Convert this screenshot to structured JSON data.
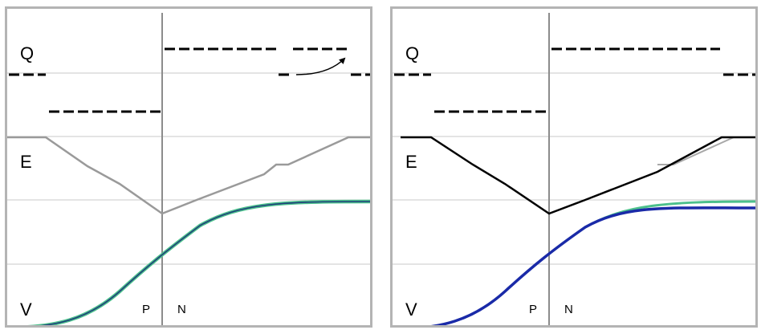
{
  "labels": {
    "q": "Q",
    "e": "E",
    "v": "V",
    "p": "P",
    "n": "N"
  },
  "colors": {
    "panel_border": "#b4b4b4",
    "grid": "#c8c8c8",
    "center_line": "#8c8c8c",
    "level_dash": "#000000",
    "left_energy_line": "#9a9a9a",
    "right_energy_line": "#000000",
    "right_energy_ghost": "#a8a8a8",
    "left_voltage_fill": "#4cc08c",
    "left_voltage_line": "#1f3f7a",
    "right_voltage_fill": "#4cc08c",
    "right_voltage_line": "#1a2aa8"
  },
  "icons": {
    "left_arrow": "curved-arrow-icon"
  }
}
